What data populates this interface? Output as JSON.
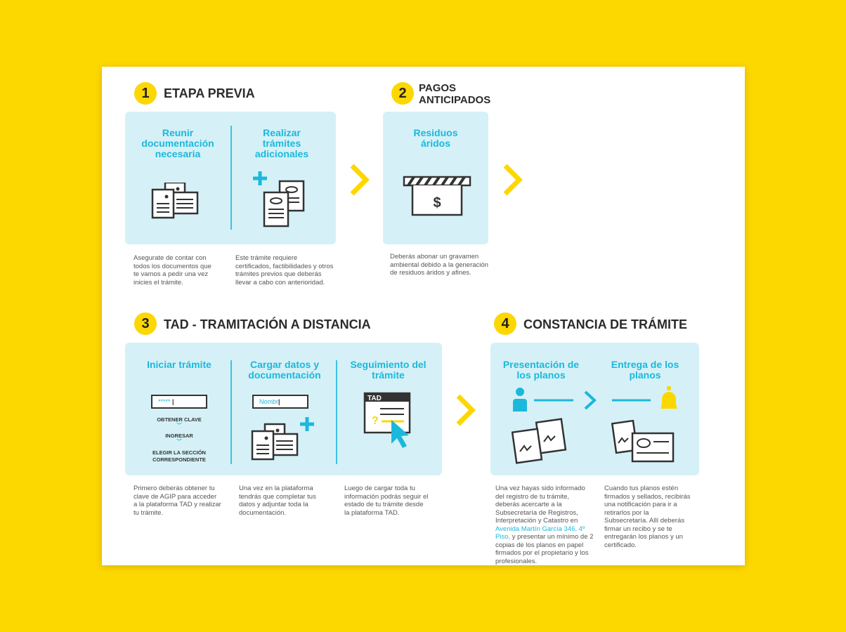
{
  "sections": [
    {
      "number": "1",
      "title": "ETAPA PREVIA",
      "steps": [
        {
          "heading": "Reunir documentación necesaria",
          "description": "Asegurate de contar con todos los documentos que te vamos a pedir una vez inicies el trámite."
        },
        {
          "heading": "Realizar trámites adicionales",
          "description": "Este trámite requiere certificados, factibilidades y otros trámites previos que deberás llevar a cabo con anterioridad."
        }
      ]
    },
    {
      "number": "2",
      "title": "PAGOS ANTICIPADOS",
      "steps": [
        {
          "heading": "Residuos áridos",
          "description": "Deberás abonar un gravamen ambiental debido a la generación de residuos áridos y afines."
        }
      ]
    },
    {
      "number": "3",
      "title": "TAD - TRAMITACIÓN A DISTANCIA",
      "steps": [
        {
          "heading": "Iniciar trámite",
          "input_value": "*****",
          "substeps": [
            "OBTENER CLAVE",
            "INGRESAR",
            "ELEGIR LA SECCIÓN CORRESPONDIENTE"
          ],
          "description": "Primero deberás obtener tu clave de AGIP para acceder a la plataforma TAD y realizar tu trámite."
        },
        {
          "heading": "Cargar datos y documentación",
          "input_value": "Nombr",
          "description": "Una vez en la plataforma tendrás que completar tus datos y adjuntar toda la documentación."
        },
        {
          "heading": "Seguimiento del trámite",
          "window_label": "TAD",
          "description": "Luego de cargar toda tu información podrás seguir el estado de tu trámite desde la plataforma TAD."
        }
      ]
    },
    {
      "number": "4",
      "title": "CONSTANCIA DE TRÁMITE",
      "steps": [
        {
          "heading": "Presentación de los planos",
          "description_a": "Una vez hayas sido informado del registro de tu trámite, deberás acercarte a la Subsecretaría de Registros, Interpretación y Catastro en ",
          "description_link": "Avenida Martín García 346, 4º Piso,",
          "description_b": " y presentar un mínimo de 2 copias de los planos en papel firmados por el propietario y los profesionales."
        },
        {
          "heading": "Entrega de los planos",
          "description": "Cuando tus planos estén firmados y sellados, recibirás una notificación para ir a retirarlos por la Subsecretaría. Allí deberás firmar un recibo y se te entregarán los planos y un certificado."
        }
      ]
    }
  ],
  "colors": {
    "yellow": "#FDD700",
    "cyan": "#1BB8DC",
    "box": "#D5F1F7"
  }
}
